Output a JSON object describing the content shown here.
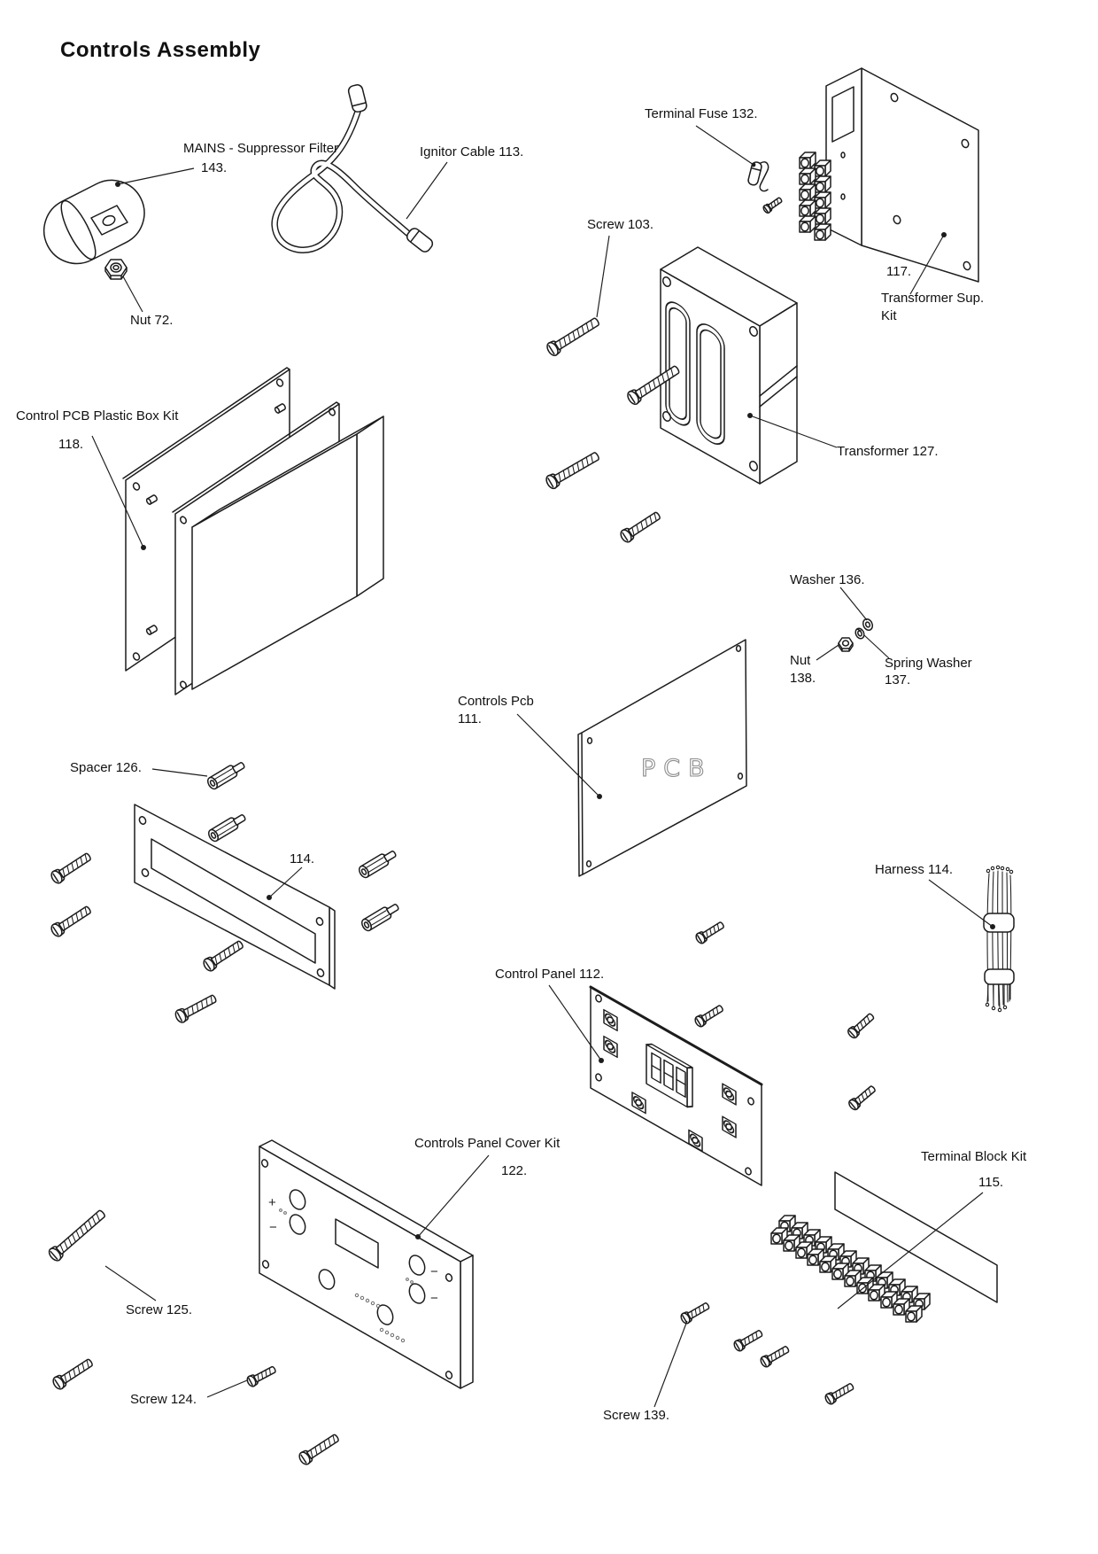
{
  "page": {
    "title": "Controls Assembly",
    "type": "exploded-parts-diagram"
  },
  "colors": {
    "ink": "#1c1c1c",
    "paper": "#ffffff",
    "pcb_marking_gray": "#8c8c8c"
  },
  "labels": {
    "title": {
      "text": "Controls Assembly"
    },
    "mains143": {
      "line1": "MAINS - Suppressor Filter",
      "line2": "143."
    },
    "nut72": {
      "text": "Nut 72."
    },
    "ignitor113": {
      "text": "Ignitor Cable 113."
    },
    "fuse132": {
      "text": "Terminal Fuse 132."
    },
    "screw103": {
      "text": "Screw 103."
    },
    "kit117": {
      "line1": "117.",
      "line2": "Transformer Sup.",
      "line3": "Kit"
    },
    "box118": {
      "line1": "Control PCB Plastic Box Kit",
      "line2": "118."
    },
    "transformer127": {
      "text": "Transformer 127."
    },
    "washer136": {
      "text": "Washer 136."
    },
    "nut138": {
      "line1": "Nut",
      "line2": "138."
    },
    "spring137": {
      "line1": "Spring Washer",
      "line2": "137."
    },
    "pcb111": {
      "line1": "Controls Pcb",
      "line2": "111."
    },
    "spacer126": {
      "text": "Spacer 126."
    },
    "part114": {
      "text": "114."
    },
    "harness114": {
      "text": "Harness 114."
    },
    "panel112": {
      "text": "Control Panel 112."
    },
    "cover122": {
      "line1": "Controls Panel Cover Kit",
      "line2": "122."
    },
    "terminal115": {
      "line1": "Terminal Block Kit",
      "line2": "115."
    },
    "screw139": {
      "text": "Screw 139."
    },
    "screw125": {
      "text": "Screw 125."
    },
    "screw124": {
      "text": "Screw 124."
    }
  },
  "markings": {
    "pcb": "PCB",
    "plus": "+",
    "minus_left": "−",
    "minus_right_top": "−",
    "minus_right_bottom": "−"
  }
}
